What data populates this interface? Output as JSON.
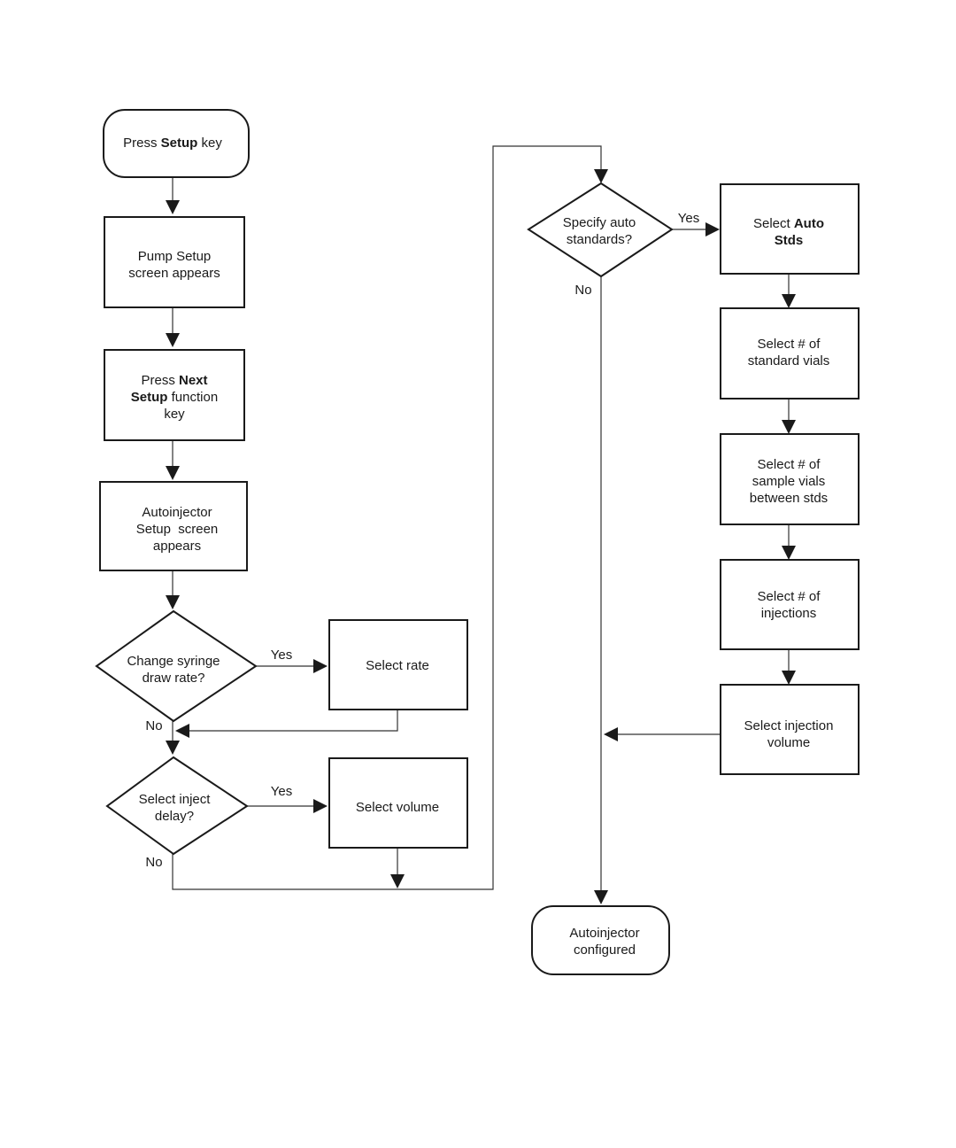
{
  "nodes": {
    "start": {
      "pre": "Press ",
      "bold": "Setup",
      "post": " key"
    },
    "pump_setup": {
      "line1": "Pump Setup",
      "line2": "screen appears"
    },
    "press_next": {
      "pre": "Press ",
      "bold1": "Next",
      "bold2": "Setup",
      "post": " function",
      "line3": "key"
    },
    "autoinjector_setup": {
      "line1": "Autoinjector",
      "line2": "Setup  screen",
      "line3": "appears"
    },
    "change_syringe": {
      "line1": "Change syringe",
      "line2": "draw rate?"
    },
    "select_rate": {
      "label": "Select rate"
    },
    "select_inject_delay": {
      "line1": "Select inject",
      "line2": "delay?"
    },
    "select_volume": {
      "label": "Select volume"
    },
    "specify_auto_standards": {
      "line1": "Specify auto",
      "line2": "standards?"
    },
    "select_auto_stds": {
      "pre": "Select ",
      "bold1": "Auto",
      "bold2": "Stds"
    },
    "select_standard_vials": {
      "line1": "Select # of",
      "line2": "standard vials"
    },
    "select_sample_vials": {
      "line1": "Select # of",
      "line2": "sample vials",
      "line3": "between stds"
    },
    "select_injections": {
      "line1": "Select # of",
      "line2": "injections"
    },
    "select_injection_volume": {
      "line1": "Select injection",
      "line2": "volume"
    },
    "end": {
      "line1": "Autoinjector",
      "line2": "configured"
    }
  },
  "edge_labels": {
    "yes": "Yes",
    "no": "No"
  }
}
